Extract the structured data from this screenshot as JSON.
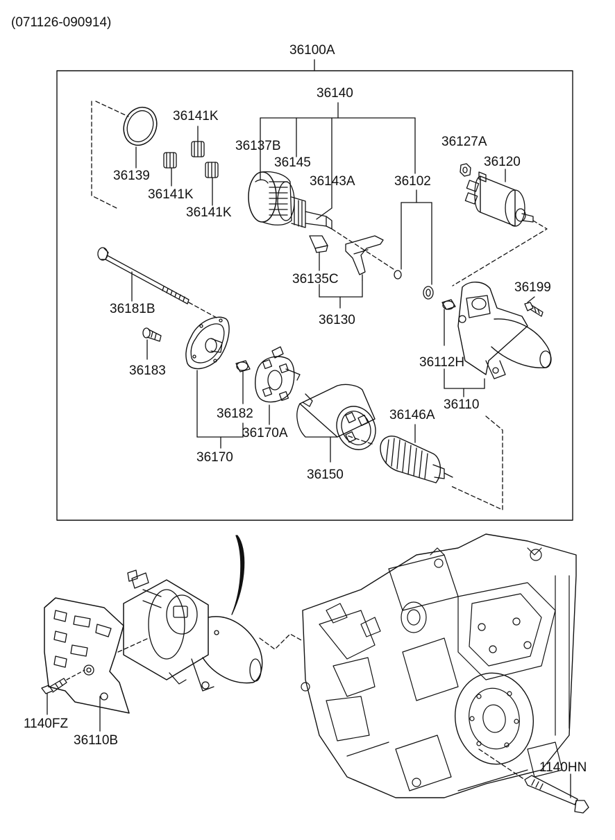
{
  "header": {
    "date_range": "(071126-090914)"
  },
  "assembly": {
    "number": "36100A"
  },
  "parts": {
    "p36140": "36140",
    "p36141k_a": "36141K",
    "p36141k_b": "36141K",
    "p36141k_c": "36141K",
    "p36139": "36139",
    "p36137b": "36137B",
    "p36145": "36145",
    "p36143a": "36143A",
    "p36102": "36102",
    "p36127a": "36127A",
    "p36120": "36120",
    "p36181b": "36181B",
    "p36135c": "36135C",
    "p36130": "36130",
    "p36199": "36199",
    "p36183": "36183",
    "p36112h": "36112H",
    "p36110": "36110",
    "p36182": "36182",
    "p36170a": "36170A",
    "p36146a": "36146A",
    "p36170": "36170",
    "p36150": "36150",
    "p1140fz": "1140FZ",
    "p36110b": "36110B",
    "p1140hn": "1140HN"
  }
}
